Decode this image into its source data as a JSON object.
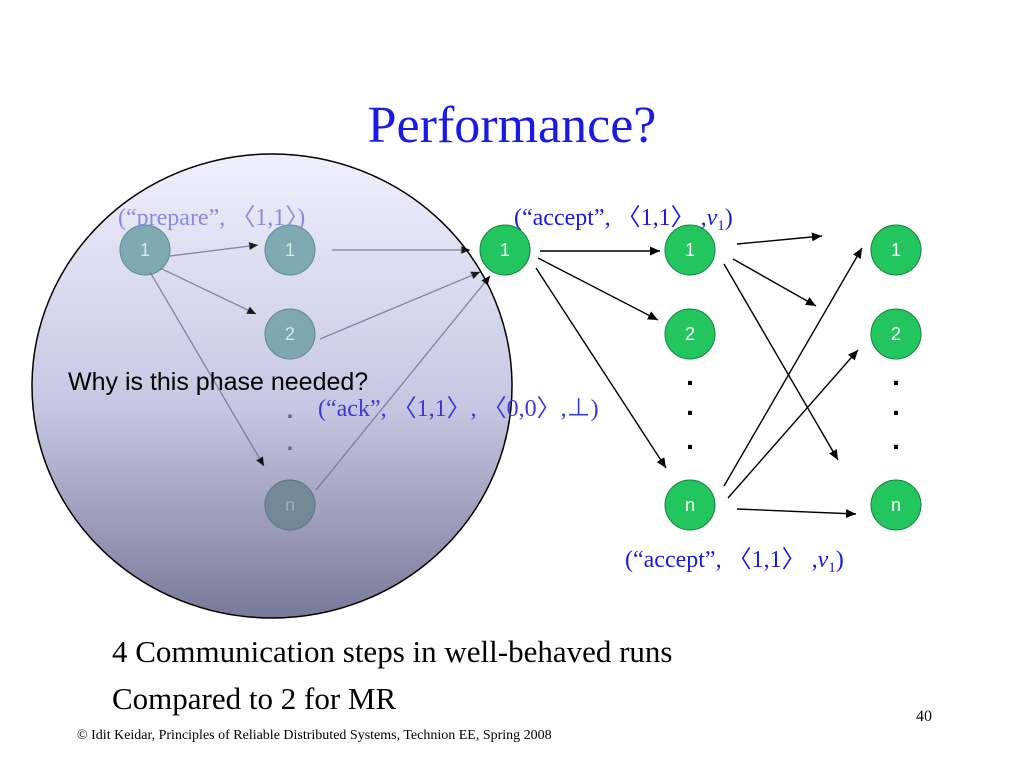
{
  "title": "Performance?",
  "callout": "Why is this phase needed?",
  "labels": {
    "prepare": {
      "pre": "(“prepare”, ",
      "tuple": "〈1,1〉",
      "post": ")"
    },
    "ack": {
      "pre": "(“ack”, ",
      "tuple1": "〈1,1〉",
      "sep": ", ",
      "tuple2": "〈0,0〉",
      "post": ",⊥)"
    },
    "accept_top": {
      "pre": "(“accept”, ",
      "tuple": "〈1,1〉",
      "mid": " ,",
      "v": "v",
      "sub": "1",
      "post": ")"
    },
    "accept_bottom": {
      "pre": "(“accept”, ",
      "tuple": "〈1,1〉",
      "mid": " ,",
      "v": "v",
      "sub": "1",
      "post": ")"
    }
  },
  "nodes": {
    "col1": [
      "1"
    ],
    "col2": [
      "1",
      "2",
      "n"
    ],
    "col3": [
      "1"
    ],
    "col4": [
      "1",
      "2",
      "n"
    ],
    "col5": [
      "1",
      "2",
      "n"
    ]
  },
  "dots": ".",
  "body": [
    "4 Communication steps in well-behaved runs",
    "Compared to 2 for MR"
  ],
  "footer": "© Idit Keidar, Principles of Reliable Distributed Systems, Technion EE, Spring 2008",
  "page_number": "40",
  "colors": {
    "title": "#1a1ae6",
    "node_fill": "#22c55e",
    "node_stroke": "#15803d",
    "faded_node_fill": "#6fa0a6",
    "label_blue": "#1a1ae6",
    "overlay_top": "#e6e6fb",
    "overlay_bottom": "#5b5b82"
  }
}
